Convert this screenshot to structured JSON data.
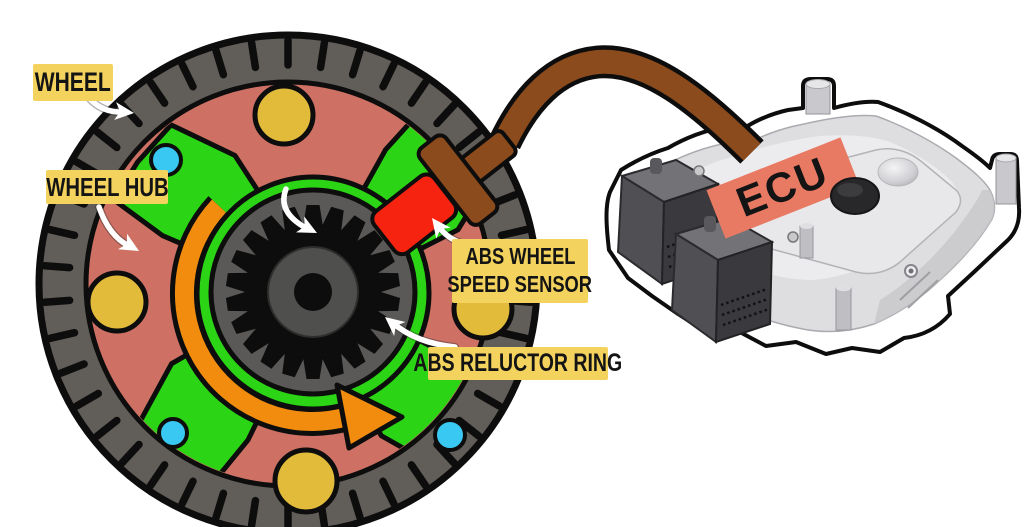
{
  "labels": {
    "wheel": "WHEEL",
    "wheel_hub": "WHEEL HUB",
    "abs_sensor_line1": "ABS WHEEL",
    "abs_sensor_line2": "SPEED SENSOR",
    "abs_reluctor_ring": "ABS RELUCTOR RING",
    "ecu": "ECU"
  },
  "colors": {
    "label_bg": "#F3D35E",
    "label_text": "#141414",
    "outline": "#0D0D0D",
    "tire": "#615D58",
    "disc": "#CE7164",
    "hub": "#2BD414",
    "hub_face": "#5A5957",
    "bolt": "#E2BB3B",
    "pilot": "#38C8F1",
    "gear": "#0D0D0D",
    "gear_inner": "#4F4F4D",
    "rotation_arrow": "#F28C0E",
    "sensor": "#F5230F",
    "cable": "#8B4B1C",
    "ecu_body": "#DEDEE0",
    "ecu_connector": "#3A393D",
    "ecu_label_bg": "#E87A64",
    "pointer_arrow": "#FFFFFF"
  },
  "geometry": {
    "tire_tick_count": 42,
    "gear_tooth_count": 22
  }
}
